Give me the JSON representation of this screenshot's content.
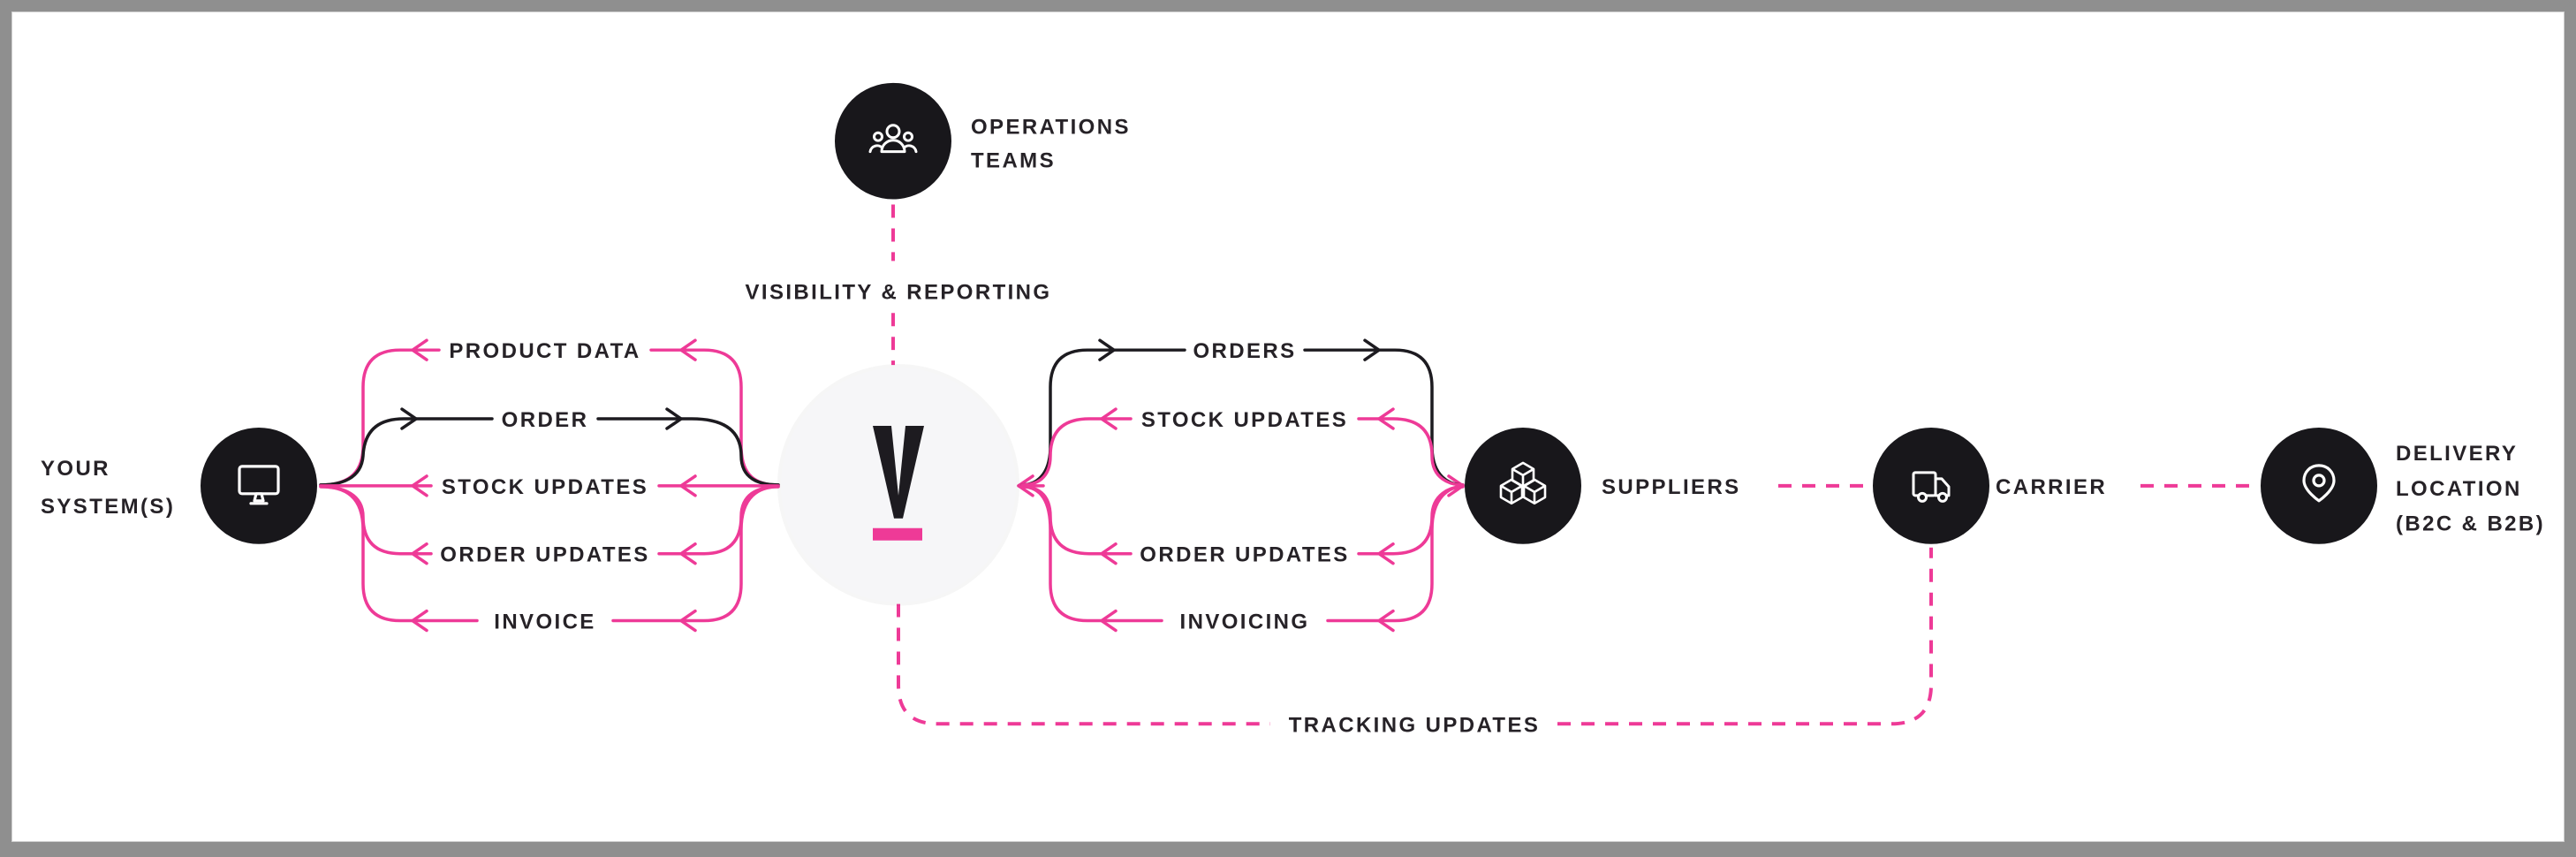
{
  "colors": {
    "pink": "#ee3a97",
    "line_black": "#1d1b20",
    "node_fill": "#18171b",
    "hub_fill": "#f6f6f8",
    "text": "#262227",
    "frame": "#8f8f8f"
  },
  "hub": {
    "logo_letter": "V"
  },
  "nodes": {
    "your_systems": {
      "line1": "YOUR",
      "line2": "SYSTEM(S)",
      "icon": "monitor-icon"
    },
    "operations_teams": {
      "line1": "OPERATIONS",
      "line2": "TEAMS",
      "icon": "team-icon"
    },
    "suppliers": {
      "label": "SUPPLIERS",
      "icon": "cubes-icon"
    },
    "carrier": {
      "label": "CARRIER",
      "icon": "truck-icon"
    },
    "delivery_location": {
      "line1": "DELIVERY",
      "line2": "LOCATION",
      "line3": "(B2C & B2B)",
      "icon": "map-pin-icon"
    }
  },
  "flows": {
    "left": [
      {
        "label": "PRODUCT DATA",
        "direction": "left",
        "color": "pink"
      },
      {
        "label": "ORDER",
        "direction": "right",
        "color": "black"
      },
      {
        "label": "STOCK UPDATES",
        "direction": "left",
        "color": "pink"
      },
      {
        "label": "ORDER UPDATES",
        "direction": "left",
        "color": "pink"
      },
      {
        "label": "INVOICE",
        "direction": "left",
        "color": "pink"
      }
    ],
    "right": [
      {
        "label": "ORDERS",
        "direction": "right",
        "color": "black"
      },
      {
        "label": "STOCK UPDATES",
        "direction": "left",
        "color": "pink"
      },
      {
        "label": "ORDER UPDATES",
        "direction": "left",
        "color": "pink"
      },
      {
        "label": "INVOICING",
        "direction": "left",
        "color": "pink"
      }
    ],
    "visibility": "VISIBILITY & REPORTING",
    "tracking": "TRACKING UPDATES"
  }
}
